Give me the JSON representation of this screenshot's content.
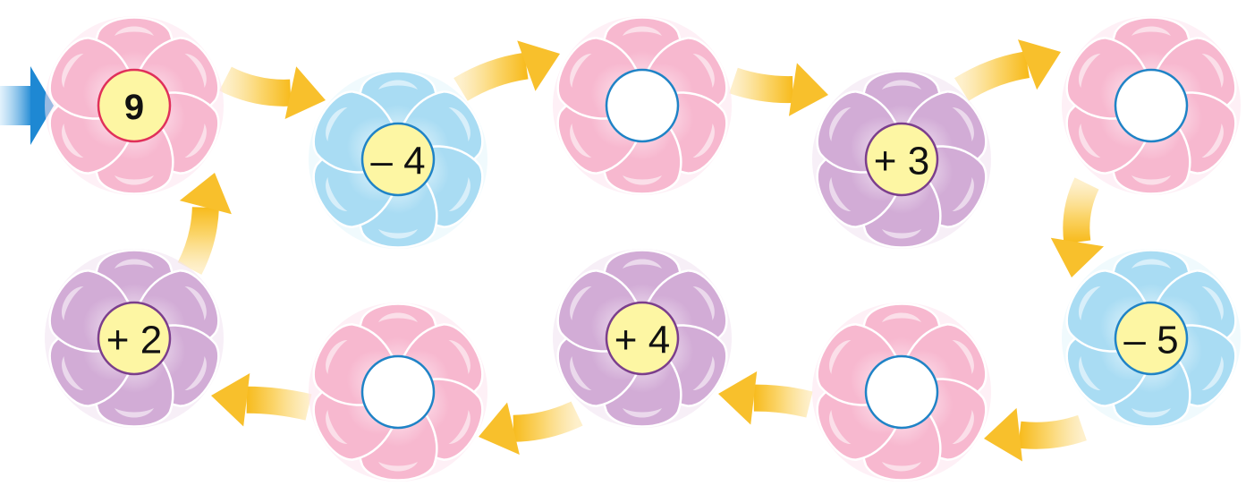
{
  "puzzle": {
    "start_value": "9",
    "flowers": [
      {
        "label": "9",
        "petal": "pink",
        "kind": "start"
      },
      {
        "label": "– 4",
        "petal": "blue",
        "kind": "operation"
      },
      {
        "label": "",
        "petal": "pink",
        "kind": "answer"
      },
      {
        "label": "+ 3",
        "petal": "purple",
        "kind": "operation"
      },
      {
        "label": "",
        "petal": "pink",
        "kind": "answer"
      },
      {
        "label": "– 5",
        "petal": "blue",
        "kind": "operation"
      },
      {
        "label": "",
        "petal": "pink",
        "kind": "answer"
      },
      {
        "label": "+ 4",
        "petal": "purple",
        "kind": "operation"
      },
      {
        "label": "",
        "petal": "pink",
        "kind": "answer"
      },
      {
        "label": "+ 2",
        "petal": "purple",
        "kind": "operation"
      }
    ]
  },
  "colors": {
    "pink_petal": "#f7b8cf",
    "pink_petal_light": "#fde4ee",
    "pink_border": "#e0305a",
    "blue_petal": "#a9dcf3",
    "blue_petal_light": "#e4f5fc",
    "blue_border": "#1f83c6",
    "purple_petal": "#d2acd6",
    "purple_petal_light": "#f0e2f1",
    "purple_border": "#7b3e8c",
    "center_yellow": "#fdf6a3",
    "center_white": "#ffffff",
    "arrow": "#f8c02c",
    "entry_arrow": "#1e88d3"
  }
}
